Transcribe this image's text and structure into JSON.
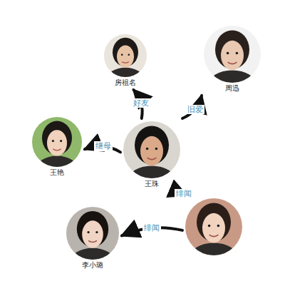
{
  "diagram": {
    "nodes": [
      {
        "text": [
          "房祖名"
        ]
      },
      {
        "text": [
          "周迅"
        ]
      },
      {
        "text": [
          "王艳"
        ]
      },
      {
        "text": [
          "王珠"
        ]
      },
      {
        "text": []
      },
      {
        "text": [
          "李小璐"
        ]
      }
    ],
    "edges": [
      {
        "from": 3,
        "to": 0,
        "label": "好友",
        "arrow": "to"
      },
      {
        "from": 3,
        "to": 1,
        "label": "旧爱",
        "arrow": "to"
      },
      {
        "from": 3,
        "to": 2,
        "label": "继母",
        "arrow": "to"
      },
      {
        "from": 3,
        "to": 4,
        "label": "绯闻",
        "arrow": "to"
      },
      {
        "from": 4,
        "to": 5,
        "label": "绯闻",
        "arrow": "to"
      }
    ]
  }
}
